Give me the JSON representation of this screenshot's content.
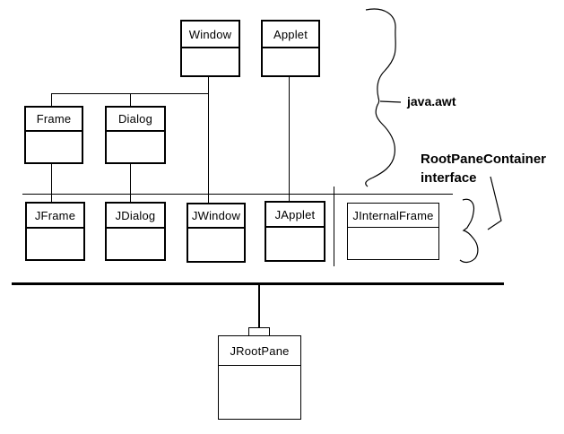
{
  "nodes": {
    "window": "Window",
    "applet": "Applet",
    "frame": "Frame",
    "dialog": "Dialog",
    "jframe": "JFrame",
    "jdialog": "JDialog",
    "jwindow": "JWindow",
    "japplet": "JApplet",
    "jinternalframe": "JInternalFrame",
    "jrootpane": "JRootPane"
  },
  "annotations": {
    "package": "java.awt",
    "interface_name": "RootPaneContainer",
    "interface_word": "interface"
  },
  "colors": {
    "foreground": "#000000",
    "background": "#ffffff"
  }
}
